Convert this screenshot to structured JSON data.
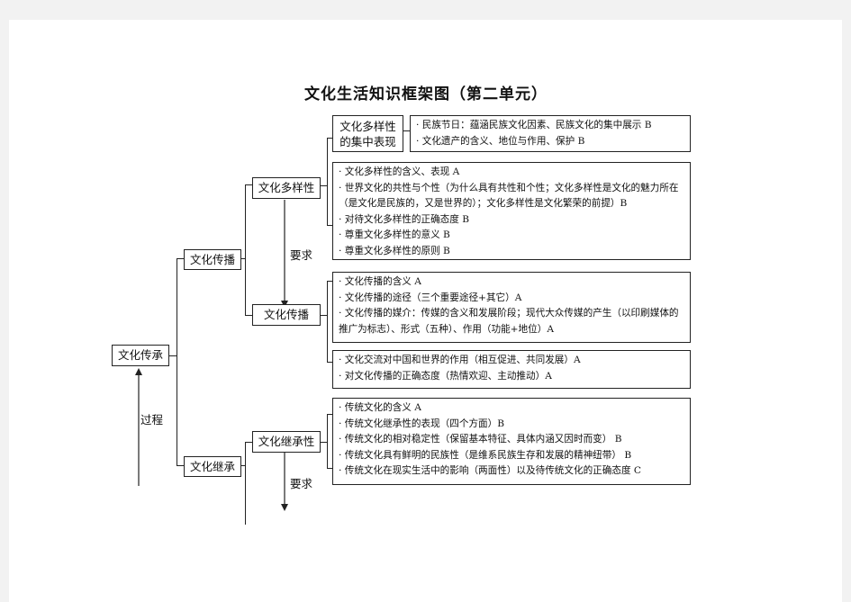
{
  "title": "文化生活知识框架图（第二单元）",
  "nodes": {
    "root": "文化传承",
    "transmission": "文化传播",
    "inheritance": "文化继承",
    "diversity": "文化多样性",
    "transmission_sub": "文化传播",
    "inheritance_sub": "文化继承性",
    "diversity_expression_line1": "文化多样性",
    "diversity_expression_line2": "的集中表现"
  },
  "labels": {
    "process": "过程",
    "requirement_1": "要求",
    "requirement_2": "要求"
  },
  "boxes": {
    "expression": [
      "民族节日：蕴涵民族文化因素、民族文化的集中展示 B",
      "文化遗产的含义、地位与作用、保护 B"
    ],
    "diversity": [
      "文化多样性的含义、表现 A",
      "世界文化的共性与个性（为什么具有共性和个性；文化多样性是文化的魅力所在（是文化是民族的，又是世界的）；文化多样性是文化繁荣的前提）B",
      "对待文化多样性的正确态度 B",
      "尊重文化多样性的意义 B",
      "尊重文化多样性的原则 B"
    ],
    "transmission": [
      "文化传播的含义 A",
      "文化传播的途径（三个重要途径+其它）A",
      "文化传播的媒介：传媒的含义和发展阶段；现代大众传媒的产生（以印刷媒体的推广为标志）、形式（五种）、作用（功能+地位）A"
    ],
    "exchange": [
      "文化交流对中国和世界的作用（相互促进、共同发展）A",
      "对文化传播的正确态度（热情欢迎、主动推动）A"
    ],
    "inheritance": [
      "传统文化的含义 A",
      "传统文化继承性的表现（四个方面）B",
      "传统文化的相对稳定性（保留基本特征、具体内涵又因时而变） B",
      "传统文化具有鲜明的民族性（是维系民族生存和发展的精神纽带） B",
      "传统文化在现实生活中的影响（两面性）以及待传统文化的正确态度 C"
    ]
  }
}
